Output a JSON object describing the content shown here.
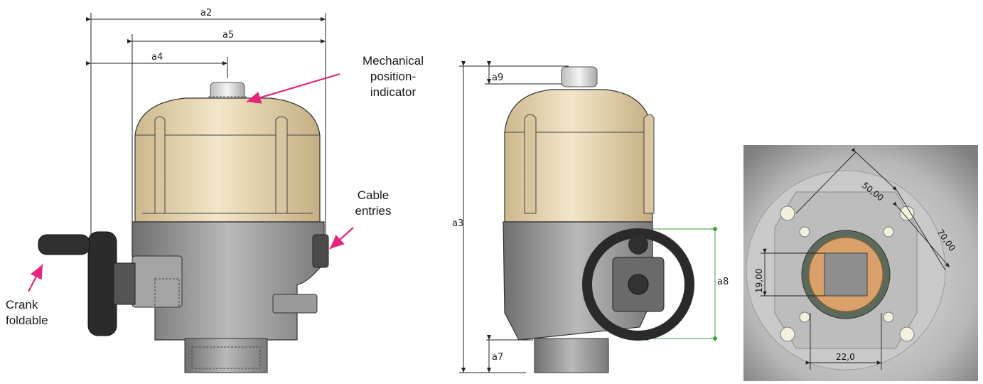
{
  "dimensions": {
    "a2": "a2",
    "a5": "a5",
    "a4": "a4",
    "a9": "a9",
    "a3": "a3",
    "a8": "a8",
    "a7": "a7"
  },
  "callouts": {
    "mechanical": [
      "Mechanical",
      "position-",
      "indicator"
    ],
    "cable": [
      "Cable",
      "entries"
    ],
    "crank": [
      "Crank",
      "foldable"
    ]
  },
  "flange": {
    "d50": "50,00",
    "d70": "70,00",
    "d19": "19,00",
    "d22": "22,0"
  },
  "colors": {
    "cover": "#e8d7b4",
    "body": "#9a9a9a",
    "arrow": "#e8237c",
    "plate": "#c8c8c8",
    "copper": "#d9a06a"
  }
}
